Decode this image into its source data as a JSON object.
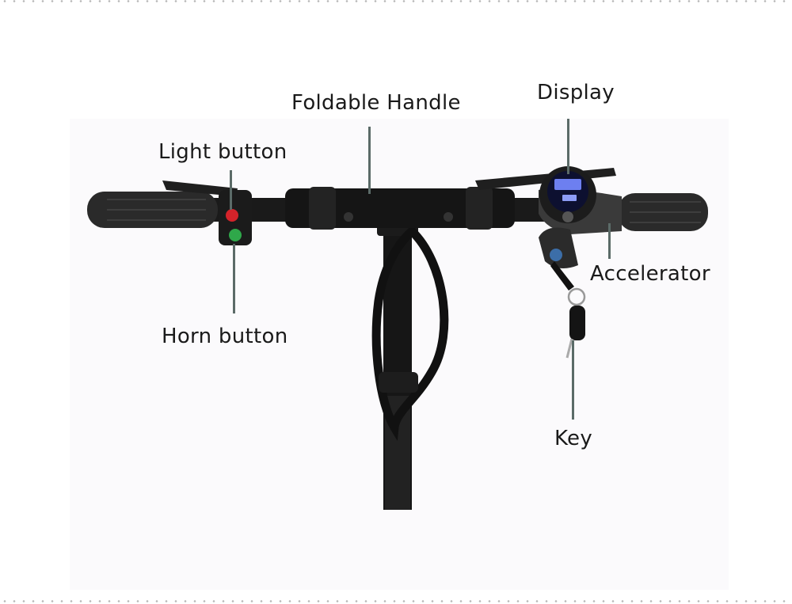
{
  "labels": {
    "foldable_handle": "Foldable Handle",
    "display": "Display",
    "light_button": "Light button",
    "horn_button": "Horn button",
    "accelerator": "Accelerator",
    "key": "Key"
  },
  "colors": {
    "leader_line": "#5b6b68",
    "display_glow": "#4a5fe0",
    "light_button": "#d4232a",
    "horn_button": "#2fa84a"
  },
  "icons": [
    "scooter-handlebar-illustration"
  ]
}
